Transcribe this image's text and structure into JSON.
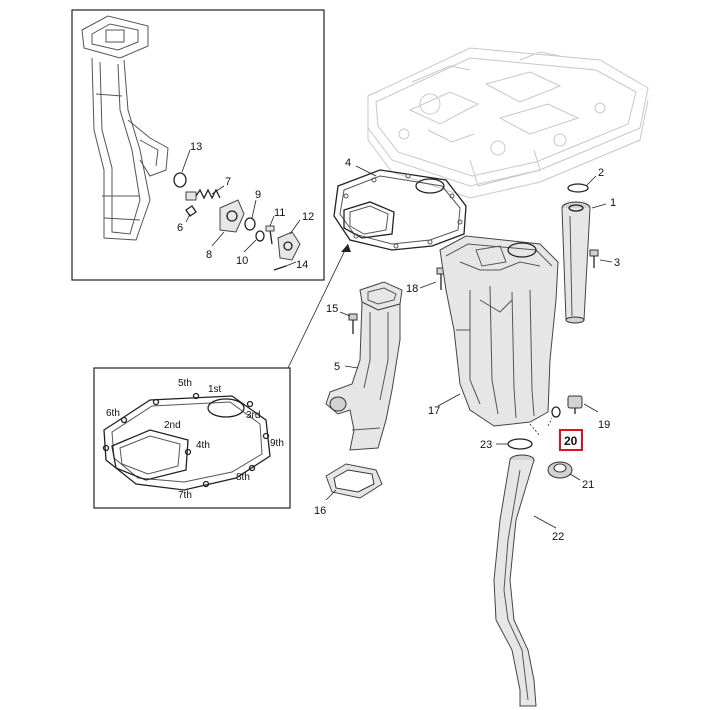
{
  "callouts": {
    "c1": "1",
    "c2": "2",
    "c3": "3",
    "c4": "4",
    "c5": "5",
    "c6": "6",
    "c7": "7",
    "c8": "8",
    "c9": "9",
    "c10": "10",
    "c11": "11",
    "c12": "12",
    "c13": "13",
    "c14": "14",
    "c15": "15",
    "c16": "16",
    "c17": "17",
    "c18": "18",
    "c19": "19",
    "c20": "20",
    "c21": "21",
    "c22": "22",
    "c23": "23"
  },
  "highlighted_part": "20",
  "highlight_color": "#e0101e",
  "torque_sequence": {
    "s1": "1st",
    "s2": "2nd",
    "s3": "3rd",
    "s4": "4th",
    "s5": "5th",
    "s6": "6th",
    "s7": "7th",
    "s8": "8th",
    "s9": "9th"
  }
}
